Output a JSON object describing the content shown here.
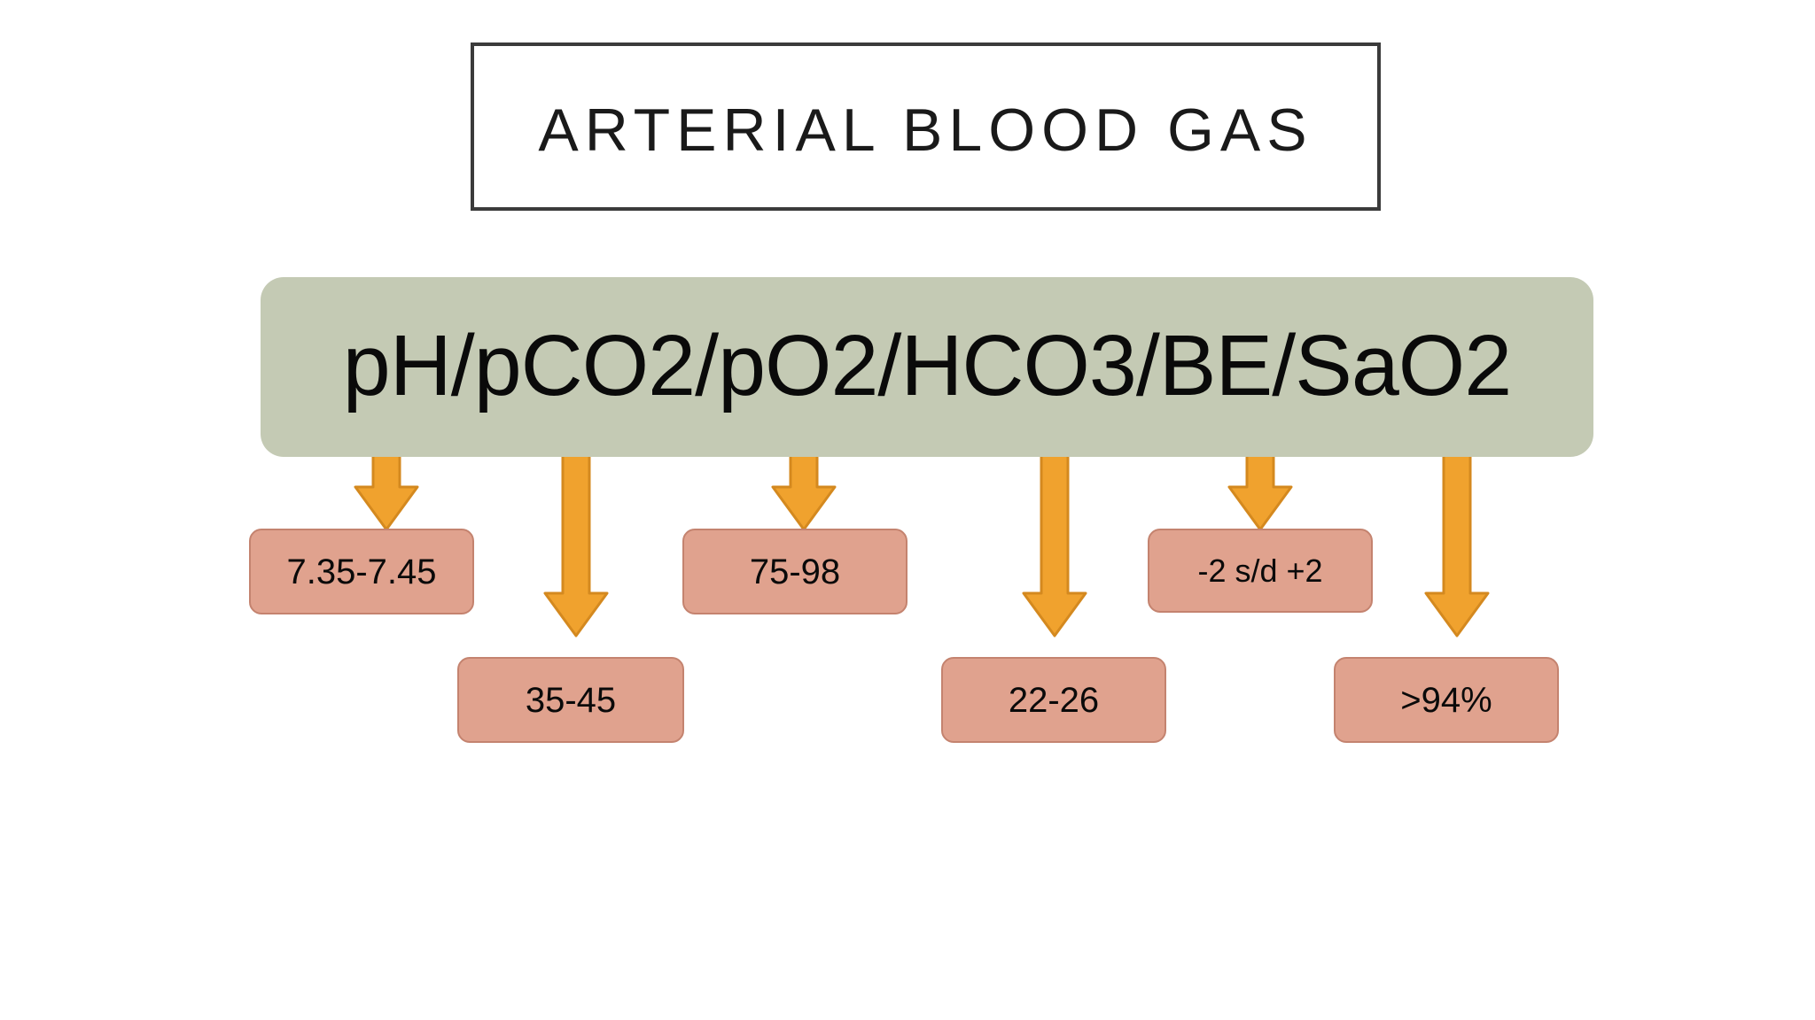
{
  "slide": {
    "title": "ARTERIAL BLOOD GAS",
    "formula": "pH/pCO2/pO2/HCO3/BE/SaO2",
    "background_color": "#ffffff"
  },
  "colors": {
    "title_border": "#3b3b3b",
    "formula_bar_fill": "#c4cab4",
    "arrow_fill": "#f0a22e",
    "arrow_stroke": "#d4891f",
    "value_box_fill": "#e0a28e",
    "value_box_stroke": "#c4836f",
    "text": "#0a0a0a"
  },
  "parameters": [
    {
      "key": "pH",
      "label": "pH",
      "value": "7.35-7.45",
      "row": "upper",
      "arrow": "short"
    },
    {
      "key": "pCO2",
      "label": "pCO2",
      "value": "35-45",
      "row": "lower",
      "arrow": "long"
    },
    {
      "key": "pO2",
      "label": "pO2",
      "value": "75-98",
      "row": "upper",
      "arrow": "short"
    },
    {
      "key": "HCO3",
      "label": "HCO3",
      "value": "22-26",
      "row": "lower",
      "arrow": "long"
    },
    {
      "key": "BE",
      "label": "BE",
      "value": "-2 s/d +2",
      "row": "upper",
      "arrow": "short"
    },
    {
      "key": "SaO2",
      "label": "SaO2",
      "value": ">94%",
      "row": "lower",
      "arrow": "long"
    }
  ],
  "icons": {
    "arrow_down": "down-arrow-icon"
  }
}
